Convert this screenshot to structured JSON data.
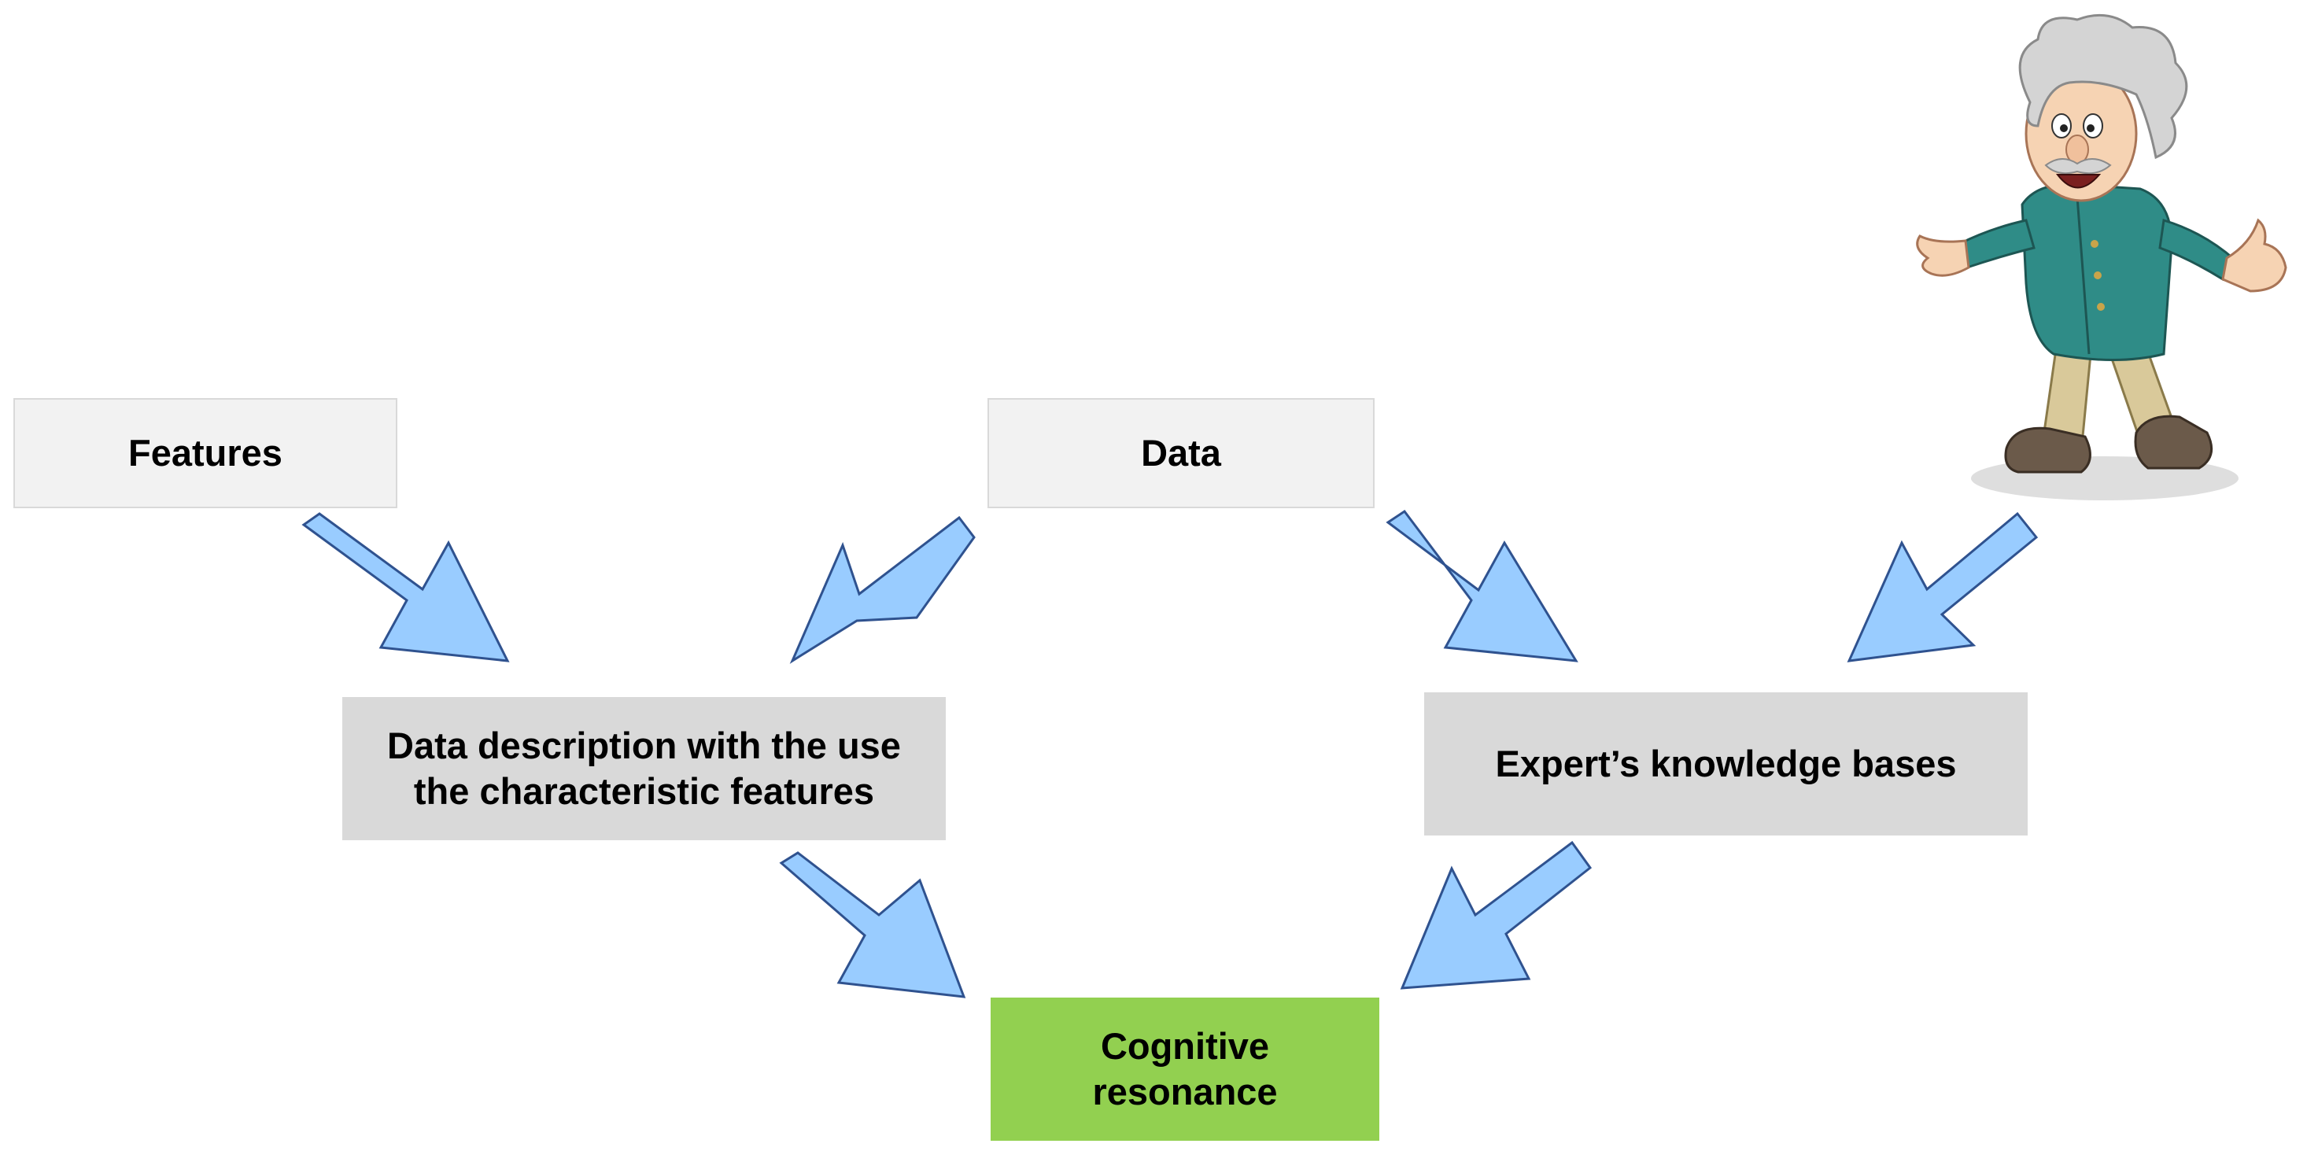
{
  "nodes": {
    "features": {
      "label": "Features",
      "color": "#f2f2f2",
      "border": "#d9d9d9"
    },
    "data": {
      "label": "Data",
      "color": "#f2f2f2",
      "border": "#d9d9d9"
    },
    "description": {
      "label": "Data description with the use the characteristic features",
      "color": "#d9d9d9",
      "border": "#d9d9d9"
    },
    "expert": {
      "label": "Expert’s knowledge bases",
      "color": "#d9d9d9",
      "border": "#d9d9d9"
    },
    "cognitive": {
      "label": "Cognitive resonance",
      "color": "#92d050",
      "border": "#92d050"
    }
  },
  "arrow_style": {
    "fill": "#99ccff",
    "stroke": "#2f528f"
  },
  "arrows": [
    {
      "from": "features",
      "to": "description"
    },
    {
      "from": "data",
      "to": "description"
    },
    {
      "from": "data",
      "to": "expert"
    },
    {
      "from": "scientist",
      "to": "expert"
    },
    {
      "from": "description",
      "to": "cognitive"
    },
    {
      "from": "expert",
      "to": "cognitive"
    }
  ],
  "illustration": {
    "name": "cartoon-scientist"
  }
}
